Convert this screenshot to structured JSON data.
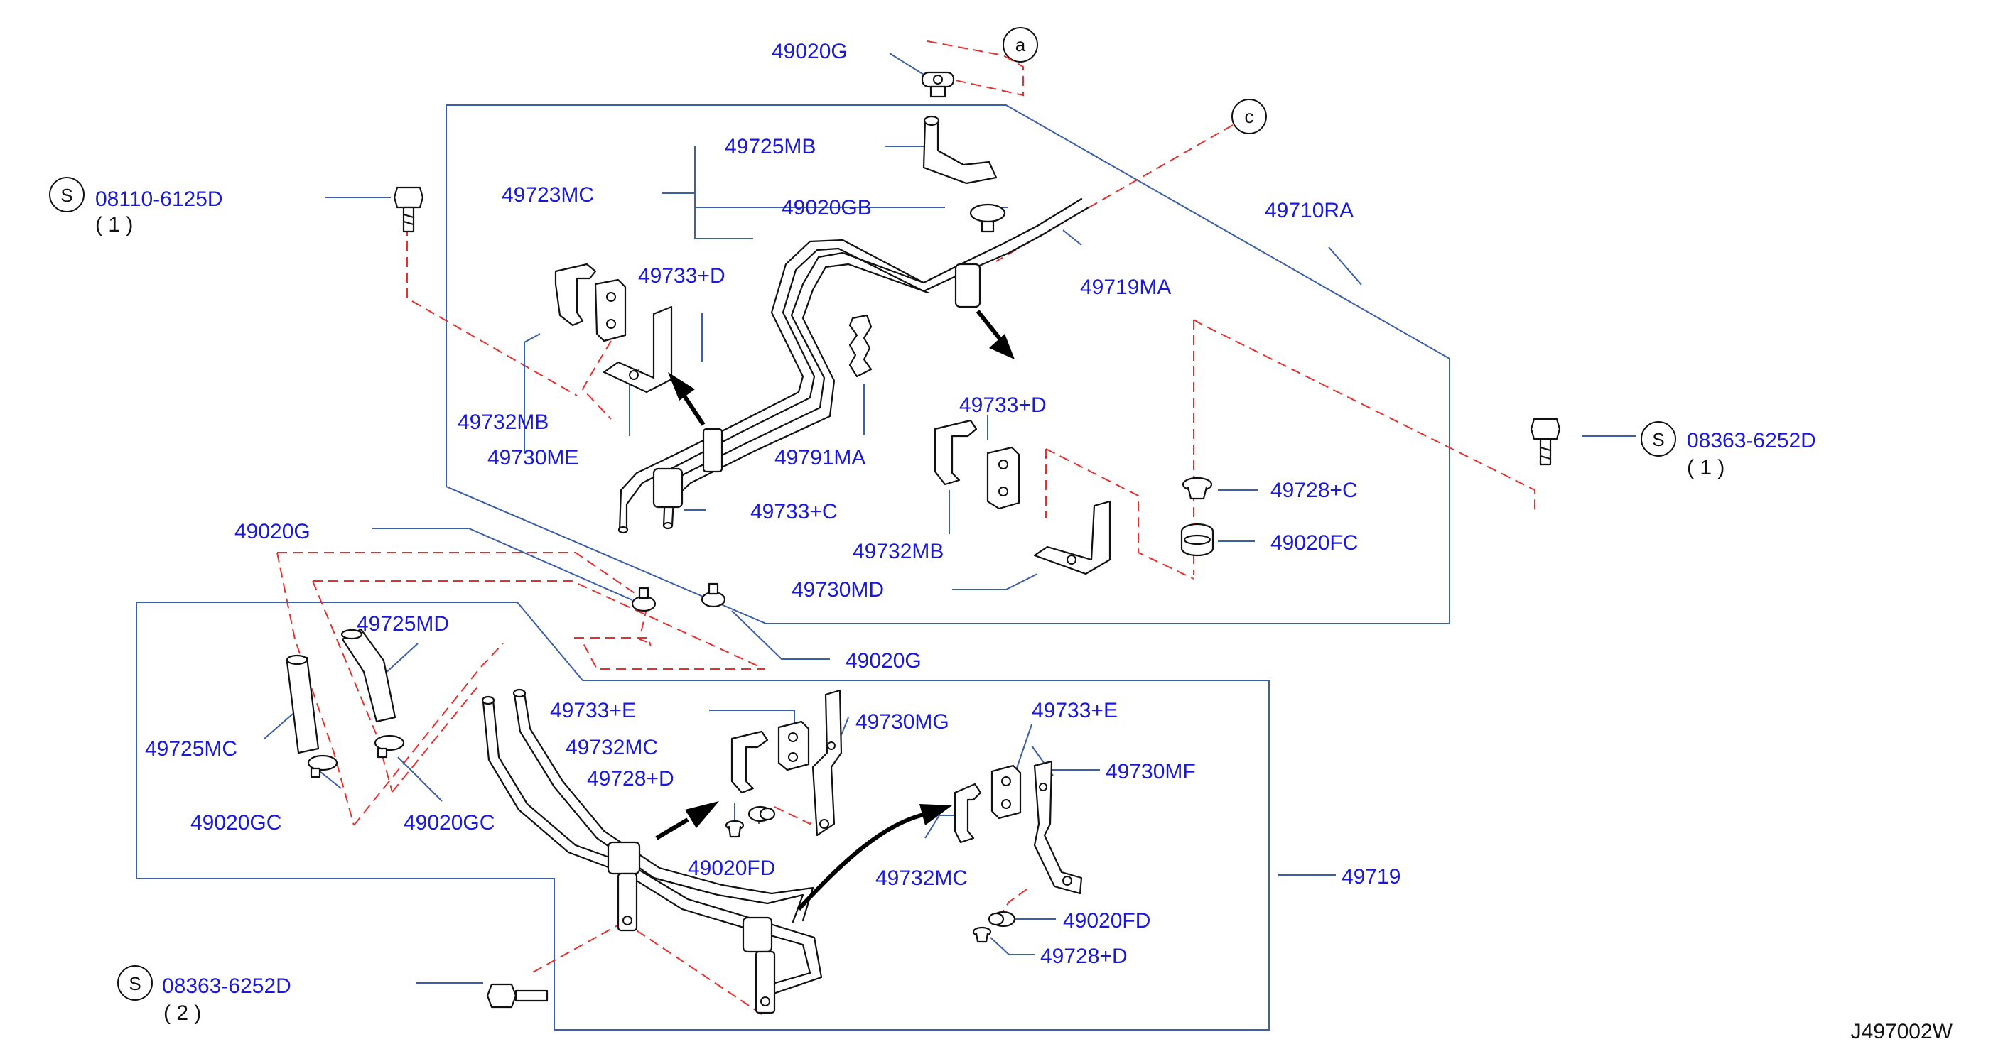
{
  "labels": {
    "p49020G_top": "49020G",
    "p49725MB": "49725MB",
    "p49723MC": "49723MC",
    "p49020GB": "49020GB",
    "p49710RA": "49710RA",
    "p49719MA": "49719MA",
    "p49733D_1": "49733+D",
    "p49732MB_1": "49732MB",
    "p49730ME": "49730ME",
    "p49791MA": "49791MA",
    "p49733C": "49733+C",
    "p49733D_2": "49733+D",
    "p49732MB_2": "49732MB",
    "p49730MD": "49730MD",
    "p49728C": "49728+C",
    "p49020FC": "49020FC",
    "p49020G_mid": "49020G",
    "p49020G_mid2": "49020G",
    "p49725MD": "49725MD",
    "p49725MC": "49725MC",
    "p49020GC_1": "49020GC",
    "p49020GC_2": "49020GC",
    "p49733E_1": "49733+E",
    "p49732MC_1": "49732MC",
    "p49728D_1": "49728+D",
    "p49730MG": "49730MG",
    "p49020FD_1": "49020FD",
    "p49733E_2": "49733+E",
    "p49730MF": "49730MF",
    "p49732MC_2": "49732MC",
    "p49719": "49719",
    "p49020FD_2": "49020FD",
    "p49728D_2": "49728+D"
  },
  "bolts": {
    "b1": {
      "mark": "S",
      "code": "08110-6125D",
      "qty": "( 1 )"
    },
    "b2": {
      "mark": "S",
      "code": "08363-6252D",
      "qty": "( 1 )"
    },
    "b3": {
      "mark": "S",
      "code": "08363-6252D",
      "qty": "( 2 )"
    }
  },
  "refs": {
    "a": "a",
    "c": "c"
  },
  "diagram_code": "J497002W",
  "colors": {
    "label": "#1a1ad6",
    "frame": "#3b5fa8",
    "dashed": "#e53030",
    "part": "#111111"
  }
}
